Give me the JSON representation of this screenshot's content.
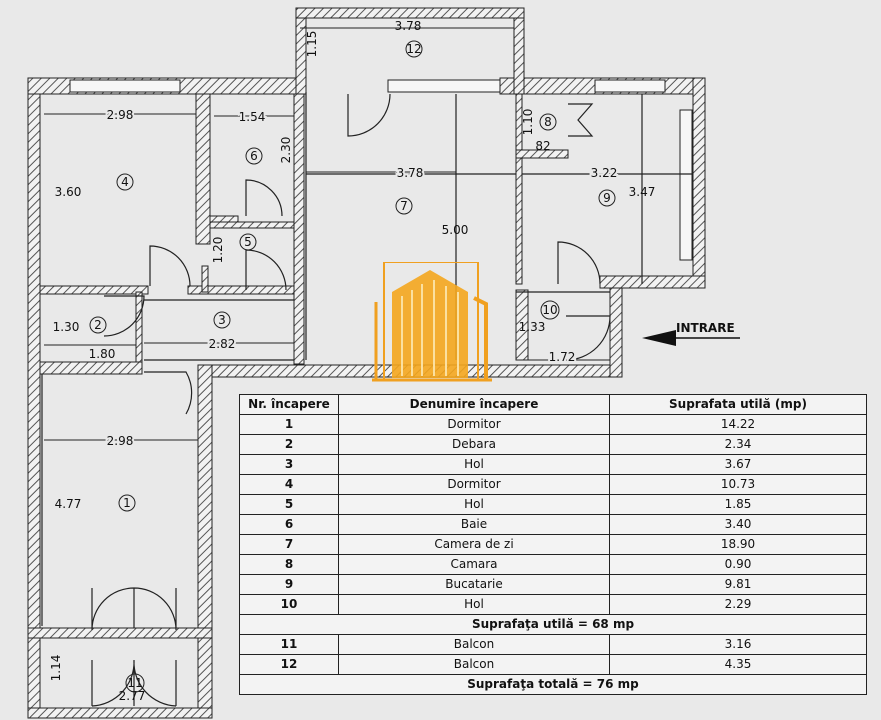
{
  "dimensions": {
    "room4_width": "2.98",
    "room4_height": "3.60",
    "room6_width": "1.54",
    "room6_height": "2.30",
    "room5_height": "1.20",
    "room12_width": "3.78",
    "room12_height": "1.15",
    "room7_width": "3.78",
    "room7_height": "5.00",
    "room8_height": "1.10",
    "room8_width": "82",
    "room9_width": "3.22",
    "room9_height": "3.47",
    "room2_height": "1.30",
    "room2_width": "1.80",
    "room3_width": "2.82",
    "room10_height": "1.33",
    "room10_width": "1.72",
    "room1_width": "2.98",
    "room1_height": "4.77",
    "room11_height": "1.14",
    "room11_width": "2.77"
  },
  "room_markers": [
    "1",
    "2",
    "3",
    "4",
    "5",
    "6",
    "7",
    "8",
    "9",
    "10",
    "11",
    "12"
  ],
  "entrance_label": "INTRARE",
  "table": {
    "headers": [
      "Nr. încapere",
      "Denumire încapere",
      "Suprafata utilă (mp)"
    ],
    "rows": [
      {
        "nr": "1",
        "name": "Dormitor",
        "area": "14.22"
      },
      {
        "nr": "2",
        "name": "Debara",
        "area": "2.34"
      },
      {
        "nr": "3",
        "name": "Hol",
        "area": "3.67"
      },
      {
        "nr": "4",
        "name": "Dormitor",
        "area": "10.73"
      },
      {
        "nr": "5",
        "name": "Hol",
        "area": "1.85"
      },
      {
        "nr": "6",
        "name": "Baie",
        "area": "3.40"
      },
      {
        "nr": "7",
        "name": "Camera de zi",
        "area": "18.90"
      },
      {
        "nr": "8",
        "name": "Camara",
        "area": "0.90"
      },
      {
        "nr": "9",
        "name": "Bucatarie",
        "area": "9.81"
      },
      {
        "nr": "10",
        "name": "Hol",
        "area": "2.29"
      }
    ],
    "useful_total": "Suprafaţa utilă = 68 mp",
    "balcony_rows": [
      {
        "nr": "11",
        "name": "Balcon",
        "area": "3.16"
      },
      {
        "nr": "12",
        "name": "Balcon",
        "area": "4.35"
      }
    ],
    "grand_total": "Suprafaţa totală = 76 mp"
  },
  "colors": {
    "wall": "#2a2a2a",
    "hatch": "#555555",
    "logo": "#f0a020"
  }
}
